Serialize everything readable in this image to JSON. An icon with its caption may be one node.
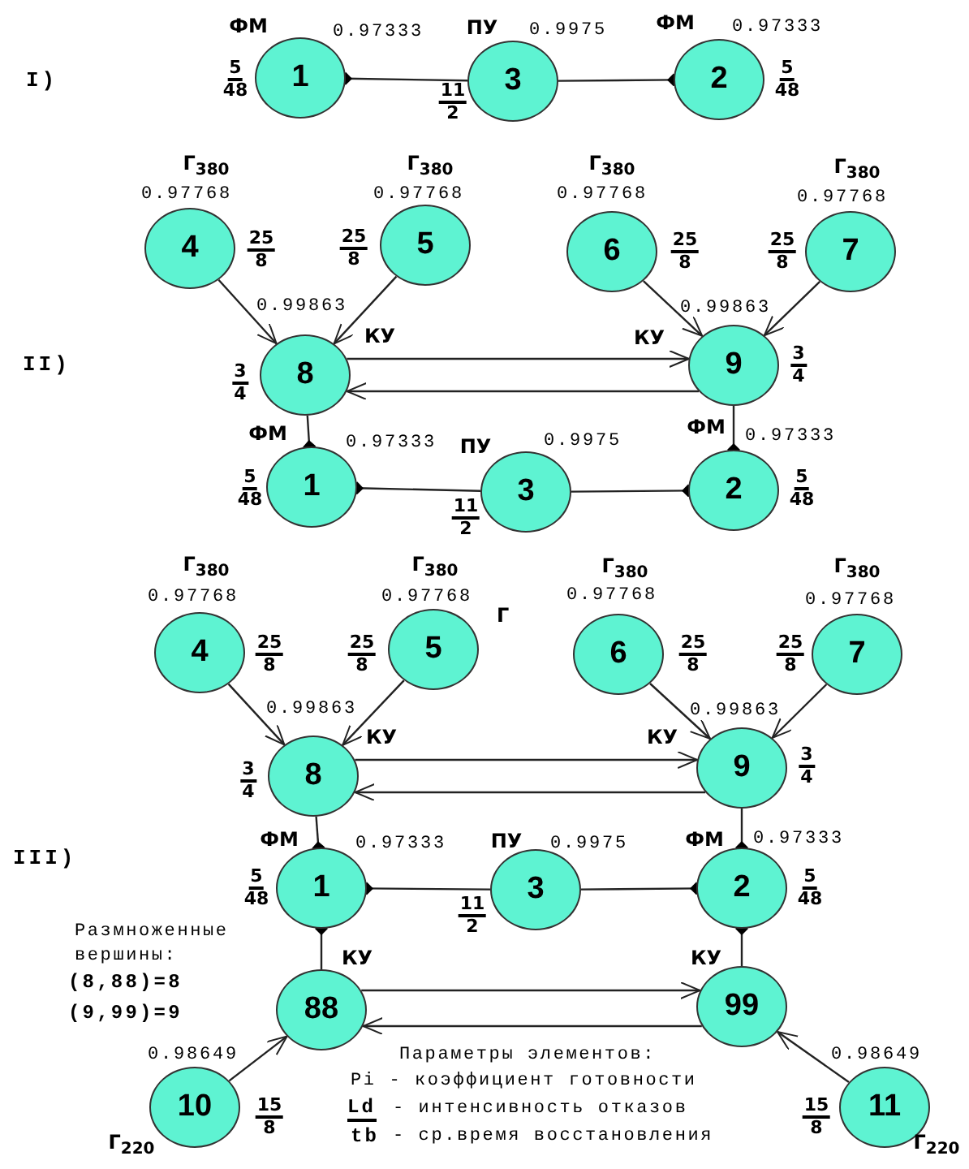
{
  "diagram": {
    "nodes": [
      {
        "text": [
          "1"
        ],
        "beside": [
          "ФМ",
          "0.97333",
          "5",
          "48"
        ]
      },
      {
        "text": [
          "3"
        ],
        "beside": [
          "ПУ",
          "0.9975",
          "11",
          "2"
        ]
      },
      {
        "text": [
          "2"
        ],
        "beside": [
          "ФМ",
          "0.97333",
          "5",
          "48"
        ]
      },
      {
        "text": [
          "4"
        ],
        "beside": [
          "Г$_{380}$",
          "0.97768",
          "25",
          "8"
        ]
      },
      {
        "text": [
          "5"
        ],
        "beside": [
          "Г$_{380}$",
          "0.97768",
          "25",
          "8"
        ]
      },
      {
        "text": [
          "6"
        ],
        "beside": [
          "Г$_{380}$",
          "0.97768",
          "25",
          "8"
        ]
      },
      {
        "text": [
          "7"
        ],
        "beside": [
          "Г$_{380}$",
          "0.97768",
          "25",
          "8"
        ]
      },
      {
        "text": [
          "8"
        ],
        "beside": [
          "КУ",
          "0.99863",
          "3",
          "4"
        ]
      },
      {
        "text": [
          "9"
        ],
        "beside": [
          "КУ",
          "0.99863",
          "3",
          "4"
        ]
      },
      {
        "text": [
          "1"
        ],
        "beside": [
          "ФМ",
          "0.97333",
          "5",
          "48"
        ]
      },
      {
        "text": [
          "3"
        ],
        "beside": [
          "ПУ",
          "0.9975",
          "11",
          "2"
        ]
      },
      {
        "text": [
          "2"
        ],
        "beside": [
          "ФМ",
          "0.97333",
          "5",
          "48"
        ]
      },
      {
        "text": [
          "4"
        ],
        "beside": [
          "Г$_{380}$",
          "0.97768",
          "25",
          "8"
        ]
      },
      {
        "text": [
          "5"
        ],
        "beside": [
          "Г$_{380}$",
          "0.97768",
          "25",
          "8"
        ]
      },
      {
        "text": [
          "6"
        ],
        "beside": [
          "Г$_{380}$",
          "0.97768",
          "25",
          "8"
        ]
      },
      {
        "text": [
          "7"
        ],
        "beside": [
          "Г$_{380}$",
          "0.97768",
          "25",
          "8"
        ]
      },
      {
        "text": [
          "8"
        ],
        "beside": [
          "КУ",
          "0.99863",
          "3",
          "4"
        ]
      },
      {
        "text": [
          "9"
        ],
        "beside": [
          "КУ",
          "0.99863",
          "3",
          "4"
        ]
      },
      {
        "text": [
          "1"
        ],
        "beside": [
          "ФМ",
          "0.97333",
          "5",
          "48"
        ]
      },
      {
        "text": [
          "3"
        ],
        "beside": [
          "ПУ",
          "0.9975",
          "11",
          "2"
        ]
      },
      {
        "text": [
          "2"
        ],
        "beside": [
          "ФМ",
          "0.97333",
          "5",
          "48"
        ]
      },
      {
        "text": [
          "88"
        ],
        "beside": [
          "КУ"
        ]
      },
      {
        "text": [
          "99"
        ],
        "beside": [
          "КУ"
        ]
      },
      {
        "text": [
          "10"
        ],
        "beside": [
          "Г$_{220}$",
          "0.98649",
          "15",
          "8"
        ]
      },
      {
        "text": [
          "11"
        ],
        "beside": [
          "Г$_{220}$",
          "0.98649",
          "15",
          "8"
        ]
      }
    ],
    "edges": [
      {
        "from": 0,
        "to": 1,
        "arrow": "other"
      },
      {
        "from": 2,
        "to": 1,
        "arrow": "other"
      },
      {
        "from": 3,
        "to": 7,
        "arrow": "to"
      },
      {
        "from": 4,
        "to": 7,
        "arrow": "to"
      },
      {
        "from": 5,
        "to": 8,
        "arrow": "to"
      },
      {
        "from": 6,
        "to": 8,
        "arrow": "to"
      },
      {
        "from": 7,
        "to": 8,
        "arrow": "to"
      },
      {
        "from": 8,
        "to": 7,
        "arrow": "to"
      },
      {
        "from": 9,
        "to": 7,
        "arrow": "other"
      },
      {
        "from": 11,
        "to": 8,
        "arrow": "other"
      },
      {
        "from": 9,
        "to": 10,
        "arrow": "other"
      },
      {
        "from": 11,
        "to": 10,
        "arrow": "other"
      },
      {
        "from": 12,
        "to": 16,
        "arrow": "to"
      },
      {
        "from": 13,
        "to": 16,
        "arrow": "to"
      },
      {
        "from": 14,
        "to": 17,
        "arrow": "to"
      },
      {
        "from": 15,
        "to": 17,
        "arrow": "to"
      },
      {
        "from": 16,
        "to": 17,
        "arrow": "to"
      },
      {
        "from": 17,
        "to": 16,
        "arrow": "to"
      },
      {
        "from": 18,
        "to": 16,
        "arrow": "other"
      },
      {
        "from": 20,
        "to": 17,
        "arrow": "other"
      },
      {
        "from": 18,
        "to": 19,
        "arrow": "other"
      },
      {
        "from": 20,
        "to": 19,
        "arrow": "other"
      },
      {
        "from": 18,
        "to": 21,
        "arrow": "other"
      },
      {
        "from": 20,
        "to": 22,
        "arrow": "other"
      },
      {
        "from": 21,
        "to": 22,
        "arrow": "to"
      },
      {
        "from": 22,
        "to": 21,
        "arrow": "to"
      },
      {
        "from": 23,
        "to": 21,
        "arrow": "to"
      },
      {
        "from": 24,
        "to": 22,
        "arrow": "to"
      }
    ],
    "labels": [
      "I)",
      "II)",
      "III)",
      "Г",
      "Размноженные вершины:",
      "(8,88)=8",
      "(9,99)=9",
      "Параметры элементов:",
      "Pi - коэффициент готовности",
      "Ld",
      "tb",
      "- интенсивность отказов",
      "- ср.время восстановления"
    ]
  }
}
